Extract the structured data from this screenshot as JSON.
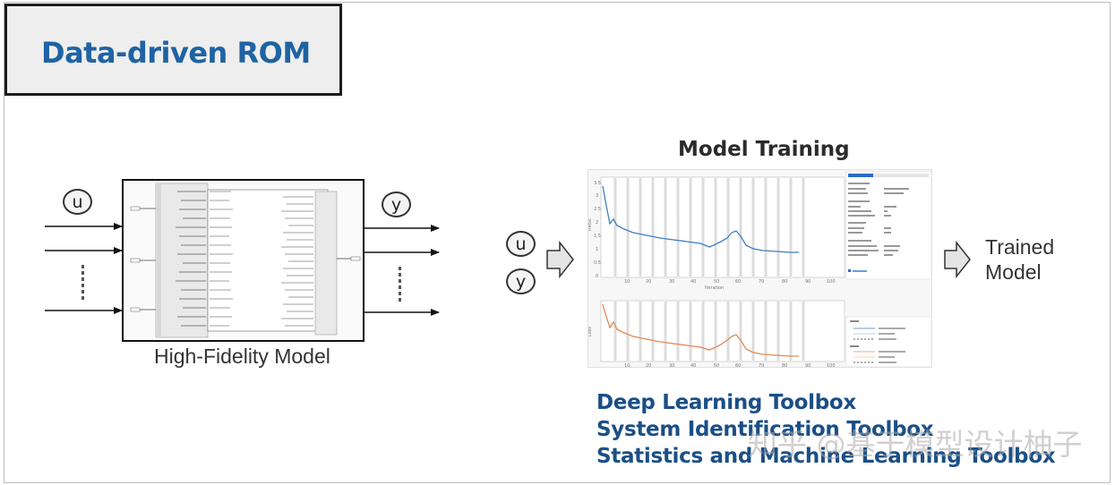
{
  "slide": {
    "title": "Data-driven ROM",
    "high_fidelity_model": {
      "label": "High-Fidelity Model",
      "input_symbol": "u",
      "output_symbol": "y"
    },
    "model_training": {
      "title": "Model Training",
      "inputs": [
        "u",
        "y"
      ]
    },
    "result": {
      "line1": "Trained",
      "line2": "Model"
    },
    "toolboxes": [
      "Deep Learning Toolbox",
      "System Identification Toolbox",
      "Statistics and Machine Learning Toolbox"
    ]
  },
  "watermark": "知乎 @基于模型设计柚子",
  "colors": {
    "title_blue": "#1f63a3",
    "toolbox_blue": "#1b4f86",
    "rmse_line": "#3f7fc2",
    "loss_line": "#e08a55"
  }
}
